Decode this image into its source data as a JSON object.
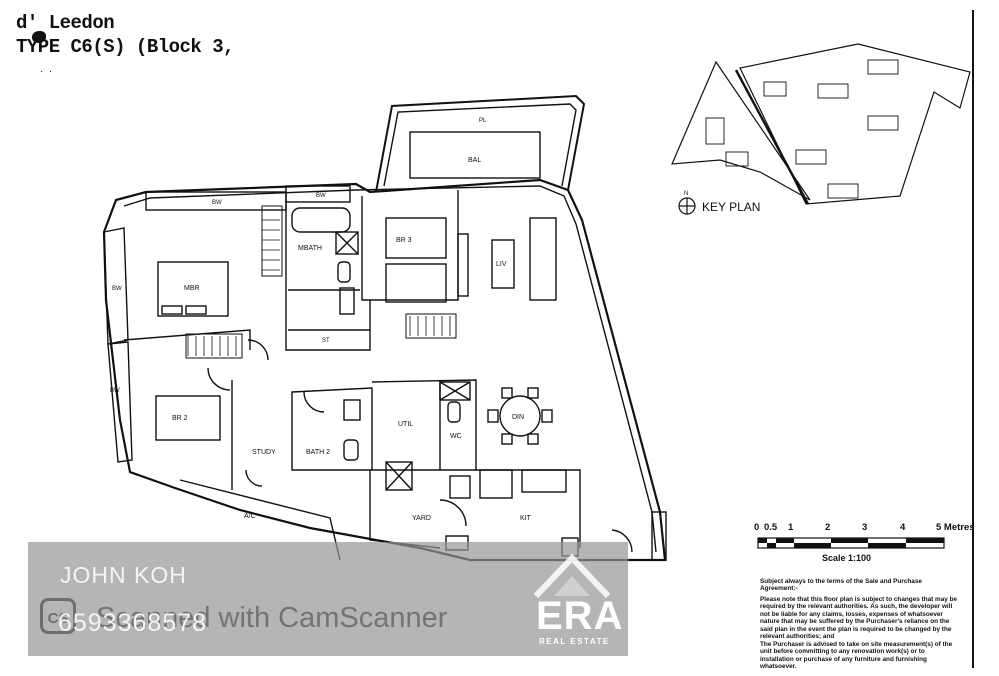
{
  "header": {
    "project": "d' Leedon",
    "type_line": "TYPE C6(S) (Block 3,"
  },
  "rooms": {
    "pl": "PL",
    "bal": "BAL",
    "bw1": "BW",
    "bw2": "BW",
    "bw3": "BW",
    "bw4": "BW",
    "mbath": "MBATH",
    "br3": "BR 3",
    "liv": "LIV",
    "mbr": "MBR",
    "st": "ST",
    "util": "UTIL",
    "wc": "WC",
    "din": "DIN",
    "br2": "BR 2",
    "study": "STUDY",
    "bath2": "BATH 2",
    "yard": "YARD",
    "kit": "KIT",
    "ac": "A/C"
  },
  "key_plan": {
    "label": "KEY PLAN",
    "north": "N"
  },
  "scale": {
    "ticks": [
      "0",
      "0.5",
      "1",
      "2",
      "3",
      "4",
      "5 Metres"
    ],
    "label": "Scale 1:100"
  },
  "notes": {
    "heading": "Subject always to the terms of the Sale and Purchase Agreement:-",
    "para1": "Please note that this floor plan is subject to changes that may be required by the relevant authorities. As such, the developer will not be liable for any claims, losses, expenses of whatsoever nature that may be suffered by the Purchaser's reliance on the said plan in the event the plan is required to be changed by the relevant authorities; and",
    "para2": "The Purchaser is advised to take on site measurement(s) of the unit before committing to any renovation work(s) or to installation or purchase of any furniture and furnishing whatsoever."
  },
  "watermark": {
    "agent_name": "JOHN KOH",
    "agent_phone": "6593368578",
    "scanner_icon": "CS",
    "scanner_text": "Scanned with CamScanner",
    "brand": "ERA",
    "brand_sub": "REAL ESTATE"
  },
  "colors": {
    "ink": "#111111",
    "overlay": "#969696",
    "watermark_text": "#f4f4f4"
  }
}
